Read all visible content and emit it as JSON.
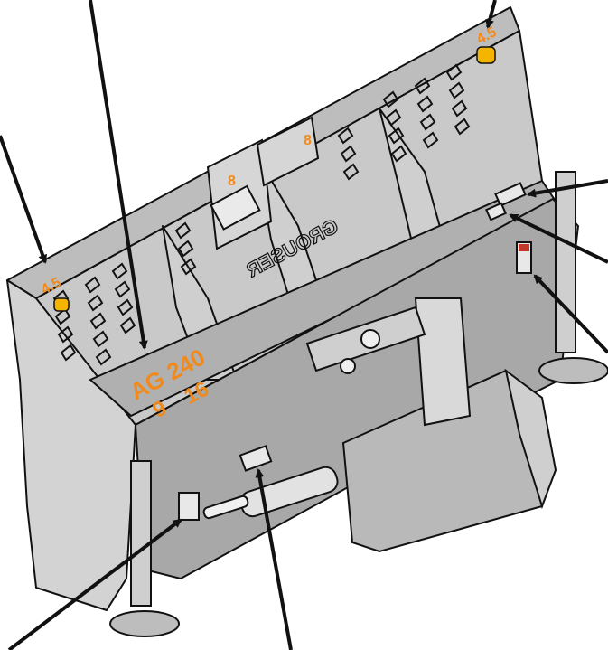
{
  "labels": {
    "capacity_left": "4.5",
    "capacity_right": "4.5",
    "mount_left": "8",
    "mount_right": "8",
    "model": "AG 240",
    "size": "9",
    "size_end": "16",
    "brand": "GROUSER"
  },
  "colors": {
    "outline": "#111111",
    "panel": "#c9c9c9",
    "panel_light": "#dedede",
    "panel_dark": "#9a9a9a",
    "accent": "#f08a1c",
    "decal_white": "#e8e8e8",
    "decal_red": "#c0392b"
  },
  "icons": [
    "callout-arrow",
    "warning-decal",
    "lift-point-icon"
  ]
}
